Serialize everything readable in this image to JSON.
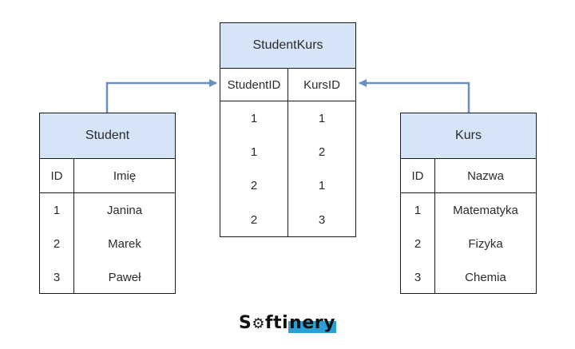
{
  "student_kurs": {
    "title": "StudentKurs",
    "columns": [
      "StudentID",
      "KursID"
    ],
    "rows": [
      [
        "1",
        "1"
      ],
      [
        "1",
        "2"
      ],
      [
        "2",
        "1"
      ],
      [
        "2",
        "3"
      ]
    ]
  },
  "student": {
    "title": "Student",
    "columns": [
      "ID",
      "Imię"
    ],
    "rows": [
      [
        "1",
        "Janina"
      ],
      [
        "2",
        "Marek"
      ],
      [
        "3",
        "Paweł"
      ]
    ]
  },
  "kurs": {
    "title": "Kurs",
    "columns": [
      "ID",
      "Nazwa"
    ],
    "rows": [
      [
        "1",
        "Matematyka"
      ],
      [
        "2",
        "Fizyka"
      ],
      [
        "3",
        "Chemia"
      ]
    ]
  },
  "logo": {
    "part1": "S",
    "gear": "⚙",
    "part2": "fti",
    "part3": "nery"
  },
  "colors": {
    "header_fill": "#d6e4f7",
    "arrow": "#6b8fc4",
    "border": "#1a1a1a"
  }
}
